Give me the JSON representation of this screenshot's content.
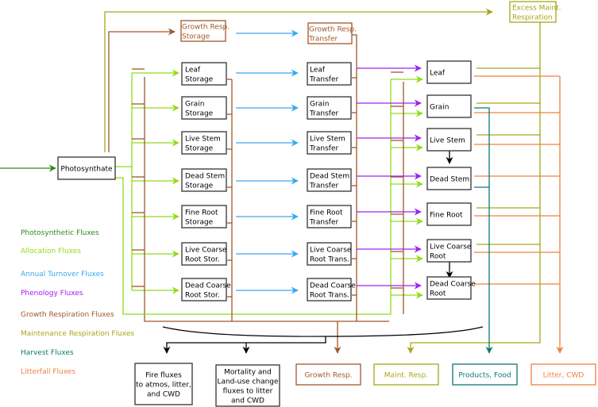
{
  "colors": {
    "photosynthetic": "#2e8b1e",
    "allocation": "#8fdc1a",
    "turnover": "#3aa8f0",
    "phenology": "#a020f0",
    "growth_resp": "#a0582a",
    "maint_resp": "#a6a61c",
    "harvest": "#0a7a70",
    "litterfall": "#f08040",
    "black": "#000000"
  },
  "source": {
    "label": "Photosynthate"
  },
  "top": {
    "growth_resp_storage": [
      "Growth Resp.",
      "Storage"
    ],
    "growth_resp_transfer": [
      "Growth Resp.",
      "Transfer"
    ],
    "excess_maint": [
      "Excess Maint.",
      "Respiration"
    ]
  },
  "storage": [
    [
      "Leaf",
      "Storage"
    ],
    [
      "Grain",
      "Storage"
    ],
    [
      "Live Stem",
      "Storage"
    ],
    [
      "Dead Stem",
      "Storage"
    ],
    [
      "Fine Root",
      "Storage"
    ],
    [
      "Live Coarse",
      "Root Stor."
    ],
    [
      "Dead Coarse",
      "Root Stor."
    ]
  ],
  "transfer": [
    [
      "Leaf",
      "Transfer"
    ],
    [
      "Grain",
      "Transfer"
    ],
    [
      "Live Stem",
      "Transfer"
    ],
    [
      "Dead Stem",
      "Transfer"
    ],
    [
      "Fine Root",
      "Transfer"
    ],
    [
      "Live Coarse",
      "Root Trans."
    ],
    [
      "Dead Coarse",
      "Root Trans."
    ]
  ],
  "pools": [
    [
      "Leaf"
    ],
    [
      "Grain"
    ],
    [
      "Live Stem"
    ],
    [
      "Dead Stem"
    ],
    [
      "Fine Root"
    ],
    [
      "Live Coarse",
      "Root"
    ],
    [
      "Dead Coarse",
      "Root"
    ]
  ],
  "sinks": {
    "fire": [
      "Fire fluxes",
      "to atmos, litter,",
      "and CWD"
    ],
    "mortality": [
      "Mortality and",
      "Land-use change",
      "fluxes to litter",
      "and CWD"
    ],
    "growth_resp": [
      "Growth Resp."
    ],
    "maint_resp": [
      "Maint. Resp."
    ],
    "products": [
      "Products, Food"
    ],
    "litter": [
      "Litter, CWD"
    ]
  },
  "legend": [
    {
      "label": "Photosynthetic Fluxes",
      "key": "photosynthetic"
    },
    {
      "label": "Allocation Fluxes",
      "key": "allocation"
    },
    {
      "label": "Annual Turnover Fluxes",
      "key": "turnover"
    },
    {
      "label": "Phenology Fluxes",
      "key": "phenology"
    },
    {
      "label": "Growth Respiration Fluxes",
      "key": "growth_resp"
    },
    {
      "label": "Maintenance Respiration Fluxes",
      "key": "maint_resp"
    },
    {
      "label": "Harvest Fluxes",
      "key": "harvest"
    },
    {
      "label": "Litterfall Fluxes",
      "key": "litterfall"
    }
  ]
}
